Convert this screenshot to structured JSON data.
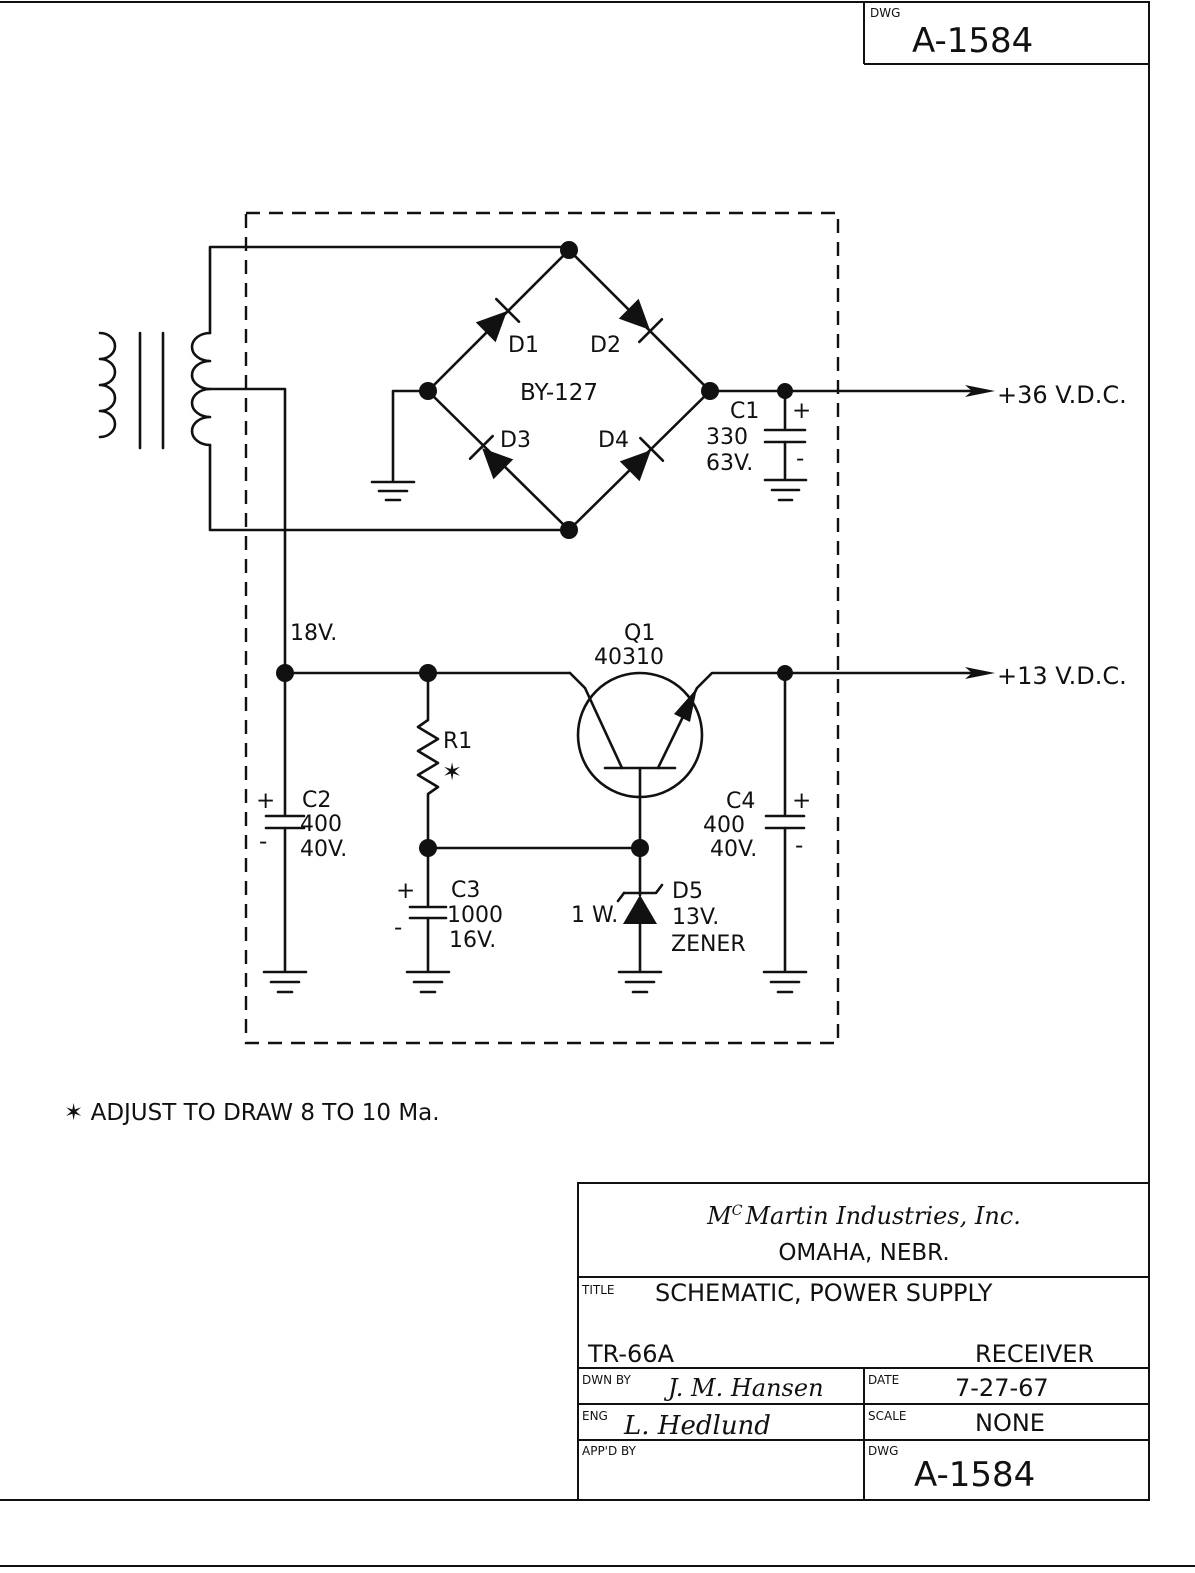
{
  "drawing": {
    "dwg_label": "DWG",
    "dwg_number": "A-1584",
    "note": "✶ ADJUST  TO  DRAW  8  TO  10  Ma."
  },
  "components": {
    "diodes": [
      {
        "id": "D1"
      },
      {
        "id": "D2"
      },
      {
        "id": "D3"
      },
      {
        "id": "D4"
      }
    ],
    "bridge_part": "BY-127",
    "c1": {
      "id": "C1",
      "value": "330",
      "voltage": "63V."
    },
    "c2": {
      "id": "C2",
      "value": "400",
      "voltage": "40V."
    },
    "c3": {
      "id": "C3",
      "value": "1000",
      "voltage": "16V."
    },
    "c4": {
      "id": "C4",
      "value": "400",
      "voltage": "40V."
    },
    "r1": {
      "id": "R1",
      "mark": "✶"
    },
    "q1": {
      "id": "Q1",
      "part": "40310"
    },
    "d5": {
      "id": "D5",
      "value": "13V.",
      "type": "ZENER",
      "power": "1 W."
    },
    "tap_voltage": "18V.",
    "out_36": "+36 V.D.C.",
    "out_13": "+13 V.D.C.",
    "plus": "+",
    "minus": "-"
  },
  "title_block": {
    "company_prefix": "M",
    "company_sup": "C",
    "company_rest": "Martin Industries, Inc.",
    "city": "OMAHA, NEBR.",
    "title_label": "TITLE",
    "title": "SCHEMATIC, POWER  SUPPLY",
    "model": "TR-66A",
    "unit": "RECEIVER",
    "drawn_by_label": "DWN  BY",
    "drawn_by": "J. M. Hansen",
    "date_label": "DATE",
    "date": "7-27-67",
    "eng_label": "ENG",
    "eng": "L. Hedlund",
    "scale_label": "SCALE",
    "scale": "NONE",
    "approved_label": "APP'D  BY",
    "dwg_label": "DWG",
    "dwg_number": "A-1584"
  }
}
